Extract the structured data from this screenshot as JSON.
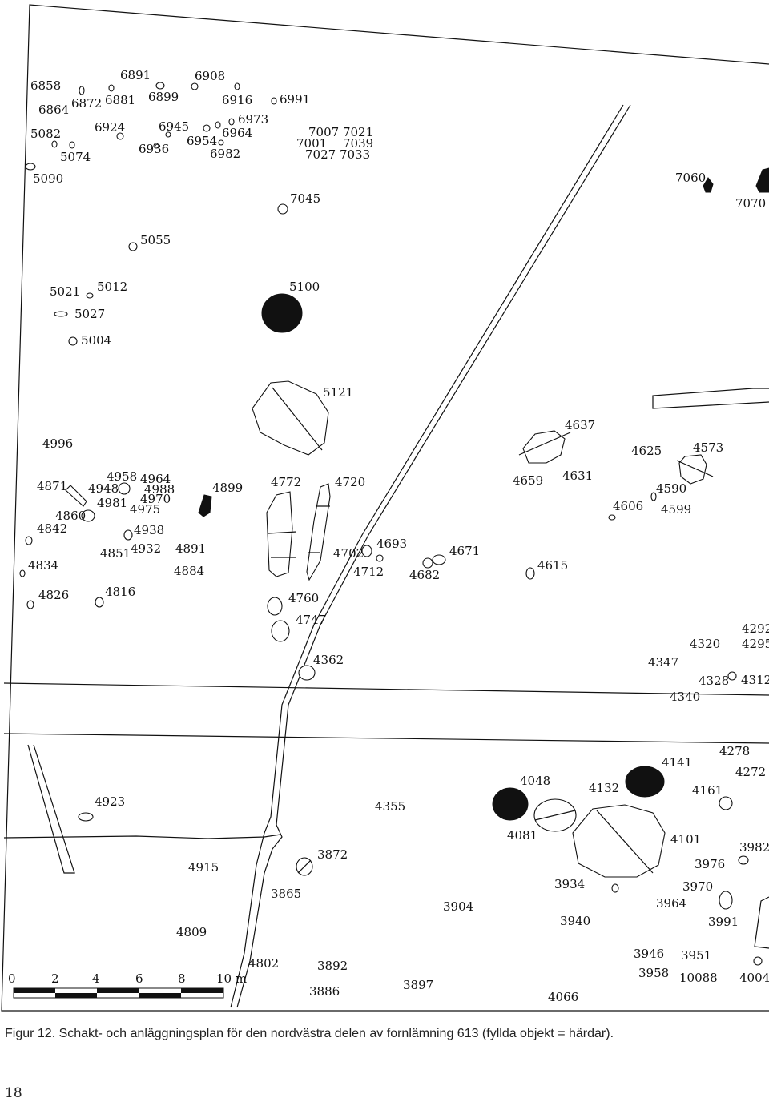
{
  "caption": "Figur 12. Schakt- och anläggningsplan för den nordvästra delen av fornlämning 613 (fyllda objekt = härdar).",
  "page_number": "18",
  "scale_bar": {
    "ticks": [
      "0",
      "2",
      "4",
      "6",
      "8",
      "10 m"
    ]
  },
  "feature_labels": [
    "6858",
    "6864",
    "6872",
    "6881",
    "6891",
    "6899",
    "6908",
    "6916",
    "6991",
    "6973",
    "6964",
    "6945",
    "6954",
    "6924",
    "6936",
    "6982",
    "7007 7021",
    "7001",
    "7039",
    "7027 7033",
    "5082",
    "5074",
    "5090",
    "7045",
    "7060",
    "7070",
    "5055",
    "5021",
    "5012",
    "5027",
    "5004",
    "5100",
    "5121",
    "4996",
    "4637",
    "4625",
    "4573",
    "4958",
    "4964",
    "4948",
    "4988",
    "4970",
    "4981",
    "4975",
    "4871",
    "4860",
    "4842",
    "4938",
    "4932",
    "4851",
    "4834",
    "4826",
    "4816",
    "4891",
    "4884",
    "4899",
    "4772",
    "4720",
    "4659",
    "4631",
    "4606",
    "4590",
    "4599",
    "4702",
    "4693",
    "4712",
    "4682",
    "4671",
    "4615",
    "4760",
    "4747",
    "4362",
    "4292",
    "4320",
    "4295",
    "4347",
    "4328",
    "4312",
    "4340",
    "4278",
    "4141",
    "4272",
    "4048",
    "4132",
    "4161",
    "4923",
    "4355",
    "4081",
    "4101",
    "3982",
    "3872",
    "4915",
    "3865",
    "3976",
    "3934",
    "3970",
    "3964",
    "3904",
    "3940",
    "3991",
    "4809",
    "4802",
    "3892",
    "3886",
    "3897",
    "3946",
    "3951",
    "3958",
    "10088",
    "4004",
    "4066"
  ],
  "legend_note": "fyllda objekt = härdar"
}
